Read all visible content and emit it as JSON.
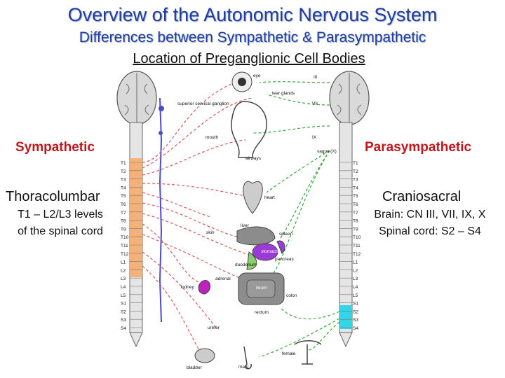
{
  "title": "Overview of the Autonomic Nervous System",
  "subtitle": "Differences between Sympathetic & Parasympathetic",
  "heading": "Location of Preganglionic Cell Bodies",
  "left": {
    "division": "Sympathetic",
    "name": "Thoracolumbar",
    "line1": "T1 – L2/L3 levels",
    "line2": "of the spinal cord"
  },
  "right": {
    "division": "Parasympathetic",
    "name": "Craniosacral",
    "line1": "Brain: CN III, VII, IX, X",
    "line2": "Spinal cord: S2 – S4"
  },
  "diagram": {
    "spine_levels": [
      "T1",
      "T2",
      "T3",
      "T4",
      "T5",
      "T6",
      "T7",
      "T8",
      "T9",
      "T10",
      "T11",
      "T12",
      "L1",
      "L2",
      "L3",
      "L4",
      "L5",
      "S1",
      "S2",
      "S3",
      "S4"
    ],
    "organ_labels": {
      "eye": "eye",
      "tear_glands": "tear glands",
      "scg": "superior cervical ganglion",
      "mouth": "mouth",
      "airways": "airways",
      "heart": "heart",
      "skin": "skin",
      "liver": "liver",
      "spleen": "spleen",
      "stomach": "stomach",
      "pancreas": "pancreas",
      "duodenum": "duodenum",
      "adrenal": "adrenal",
      "kidney": "kidney",
      "ileum": "ileum",
      "colon": "colon",
      "rectum": "rectum",
      "ureter": "ureter",
      "bladder": "bladder",
      "female": "female",
      "male": "male",
      "cn3": "III",
      "cn7": "VII",
      "cn9": "IX",
      "cn10": "vagus (X)"
    },
    "colors": {
      "sympathetic_fiber": "#d85a5a",
      "parasympathetic_fiber": "#3aa83a",
      "sympathetic_chain": "#4a4acc",
      "thoracolumbar_zone": "#f2b27a",
      "sacral_zone": "#33d6e8",
      "title_color": "#1f3fa0",
      "division_color": "#c0161c"
    }
  }
}
